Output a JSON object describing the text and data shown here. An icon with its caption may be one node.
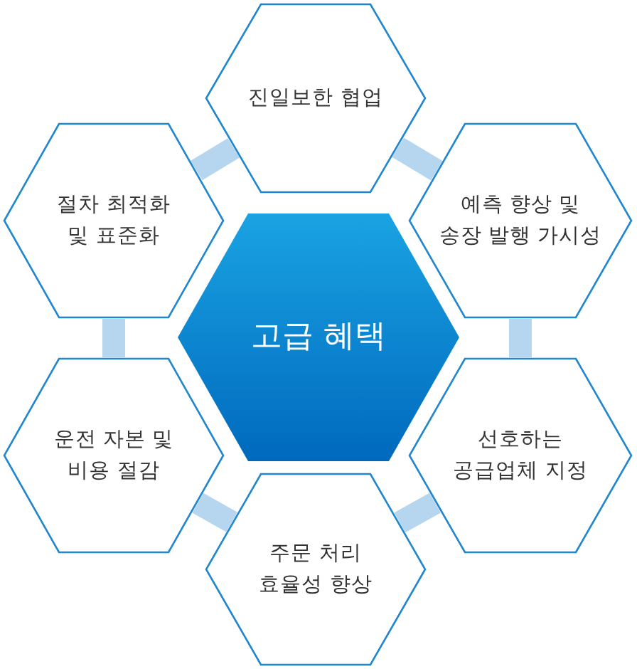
{
  "diagram": {
    "nodes": [
      {
        "text": [
          "고급 혜택"
        ]
      },
      {
        "text": [
          "진일보한 협업"
        ]
      },
      {
        "text": [
          "예측 향상 및 송장 발행 가시성"
        ]
      },
      {
        "text": [
          "선호하는 공급업체 지정"
        ]
      },
      {
        "text": [
          "주문 처리 효율성 향상"
        ]
      },
      {
        "text": [
          "운전 자본 및 비용 절감"
        ]
      },
      {
        "text": [
          "절차 최적화 및 표준화"
        ]
      }
    ],
    "edges": [
      {
        "from": 6,
        "to": 1,
        "arrow": "none"
      },
      {
        "from": 1,
        "to": 2,
        "arrow": "none"
      },
      {
        "from": 2,
        "to": 3,
        "arrow": "none"
      },
      {
        "from": 3,
        "to": 4,
        "arrow": "none"
      },
      {
        "from": 4,
        "to": 5,
        "arrow": "none"
      },
      {
        "from": 5,
        "to": 6,
        "arrow": "none"
      }
    ]
  }
}
